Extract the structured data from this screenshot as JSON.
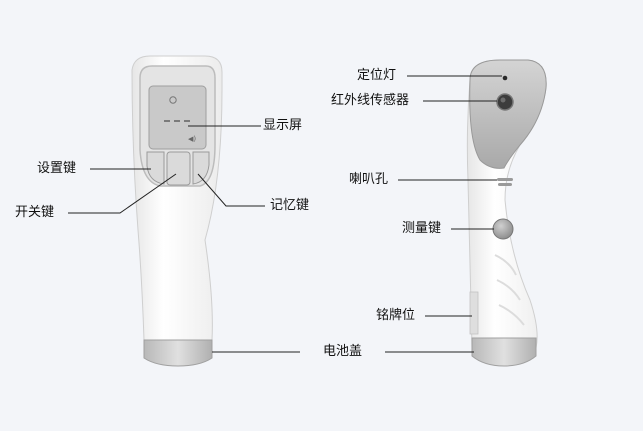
{
  "labels": {
    "display": "显示屏",
    "settings_key": "设置键",
    "power_key": "开关键",
    "memory_key": "记忆键",
    "battery_cover": "电池盖",
    "locator_light": "定位灯",
    "ir_sensor": "红外线传感器",
    "speaker_hole": "喇叭孔",
    "measure_key": "测量键",
    "nameplate": "铭牌位"
  },
  "colors": {
    "background": "#f3f5f9",
    "body_white": "#fbfbfb",
    "panel_gray": "#d9d9d9",
    "leader_line": "#222222"
  }
}
